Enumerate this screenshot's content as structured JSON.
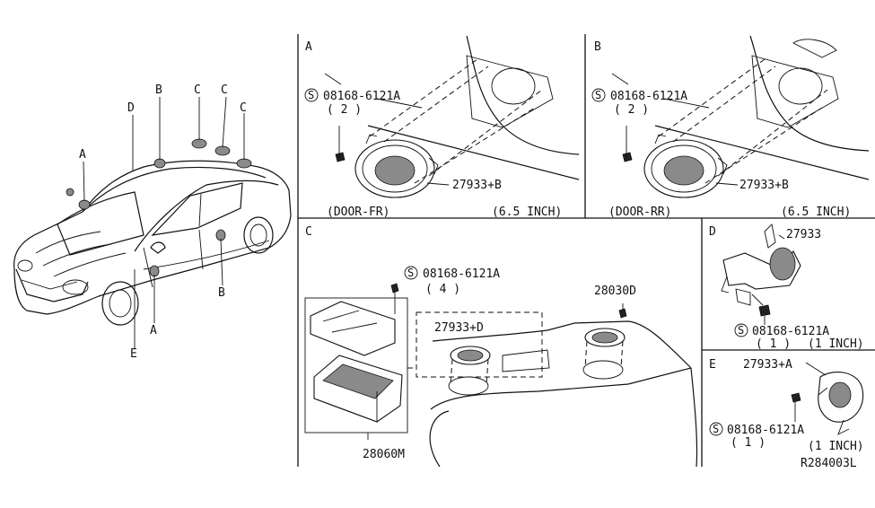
{
  "car_callouts": {
    "a_top": "A",
    "b_top": "B",
    "c1": "C",
    "c2": "C",
    "c3": "C",
    "d": "D",
    "a_bottom": "A",
    "b_bottom": "B",
    "e": "E"
  },
  "panel_a": {
    "letter": "A",
    "bolt_symbol": "S",
    "bolt_part": "08168-6121A",
    "bolt_qty": "( 2 )",
    "speaker_part": "27933+B",
    "location": "(DOOR-FR)",
    "size": "(6.5 INCH)"
  },
  "panel_b": {
    "letter": "B",
    "bolt_symbol": "S",
    "bolt_part": "08168-6121A",
    "bolt_qty": "( 2 )",
    "speaker_part": "27933+B",
    "location": "(DOOR-RR)",
    "size": "(6.5 INCH)"
  },
  "panel_c": {
    "letter": "C",
    "bolt_symbol": "S",
    "bolt_part": "08168-6121A",
    "bolt_qty": "( 4 )",
    "speaker_part": "27933+D",
    "clip_part": "28030D",
    "amp_part": "28060M"
  },
  "panel_d": {
    "letter": "D",
    "speaker_part": "27933",
    "bolt_symbol": "S",
    "bolt_part": "08168-6121A",
    "bolt_qty": "( 1 )",
    "size": "(1 INCH)"
  },
  "panel_e": {
    "letter": "E",
    "speaker_part": "27933+A",
    "bolt_symbol": "S",
    "bolt_part": "08168-6121A",
    "bolt_qty": "( 1 )",
    "size": "(1 INCH)"
  },
  "diagram_code": "R284003L"
}
